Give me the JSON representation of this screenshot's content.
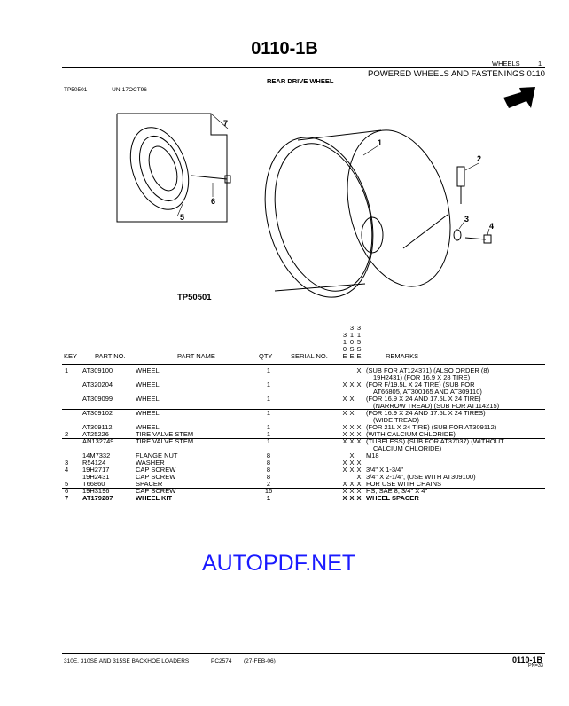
{
  "header": {
    "page_code": "0110-1B",
    "section": "WHEELS",
    "section_num": "1",
    "group": "POWERED WHEELS AND FASTENINGS 0110",
    "title": "REAR DRIVE WHEEL",
    "illus_id": "TP50501",
    "illus_date": "-UN-17OCT96",
    "illus_label": "TP50501"
  },
  "callouts": [
    "1",
    "2",
    "3",
    "4",
    "5",
    "6",
    "7"
  ],
  "watermark": "AUTOPDF.NET",
  "columns": {
    "key": "KEY",
    "part_no": "PART NO.",
    "part_name": "PART NAME",
    "qty": "QTY",
    "serial_no": "SERIAL NO.",
    "remarks": "REMARKS",
    "models": [
      "3\n1\n0\nE",
      "3\n1\n0\nS\nE",
      "3\n1\n5\nS\nE"
    ]
  },
  "rows": [
    {
      "key": "1",
      "part": "AT309100",
      "name": "WHEEL",
      "qty": "1",
      "x": [
        "",
        "",
        "X"
      ],
      "remarks": [
        "(SUB FOR AT124371) (ALSO ORDER (8)",
        "19H2431) (FOR 16.9 X 28 TIRE)"
      ]
    },
    {
      "key": "",
      "part": "AT320204",
      "name": "WHEEL",
      "qty": "1",
      "x": [
        "X",
        "X",
        "X"
      ],
      "remarks": [
        "(FOR F/19.5L X 24 TIRE) (SUB FOR",
        "AT66805, AT300165 AND AT309110)"
      ]
    },
    {
      "key": "",
      "part": "AT309099",
      "name": "WHEEL",
      "qty": "1",
      "x": [
        "X",
        "X",
        ""
      ],
      "remarks": [
        "(FOR 16.9 X 24 AND 17.5L X 24 TIRE)",
        "(NARROW TREAD) (SUB FOR AT114215)"
      ]
    },
    {
      "key": "",
      "part": "AT309102",
      "name": "WHEEL",
      "qty": "1",
      "x": [
        "X",
        "X",
        ""
      ],
      "remarks": [
        "(FOR 16.9 X 24 AND 17.5L X 24 TIRES)",
        "(WIDE TREAD)"
      ]
    },
    {
      "key": "",
      "part": "AT309112",
      "name": "WHEEL",
      "qty": "1",
      "x": [
        "X",
        "X",
        "X"
      ],
      "remarks": [
        "(FOR 21L X 24 TIRE) (SUB FOR AT309112)"
      ]
    },
    {
      "key": "2",
      "part": "AT25226",
      "name": "TIRE VALVE STEM",
      "qty": "1",
      "x": [
        "X",
        "X",
        "X"
      ],
      "remarks": [
        "(WITH CALCIUM CHLORIDE)"
      ]
    },
    {
      "key": "",
      "part": "AN132749",
      "name": "TIRE VALVE STEM",
      "qty": "1",
      "x": [
        "X",
        "X",
        "X"
      ],
      "remarks": [
        "(TUBELESS) (SUB FOR AT37037) (WITHOUT",
        "CALCIUM CHLORIDE)"
      ]
    },
    {
      "key": "",
      "part": "14M7332",
      "name": "FLANGE NUT",
      "qty": "8",
      "x": [
        "",
        "X",
        ""
      ],
      "remarks": [
        "M18"
      ]
    },
    {
      "key": "3",
      "part": "R54124",
      "name": "WASHER",
      "qty": "8",
      "x": [
        "X",
        "X",
        "X"
      ],
      "remarks": []
    },
    {
      "key": "4",
      "part": "19H2717",
      "name": "CAP SCREW",
      "qty": "8",
      "x": [
        "X",
        "X",
        "X"
      ],
      "remarks": [
        "3/4\" X 1-3/4\""
      ]
    },
    {
      "key": "",
      "part": "19H2431",
      "name": "CAP SCREW",
      "qty": "8",
      "x": [
        "",
        "",
        "X"
      ],
      "remarks": [
        "3/4\" X 2-1/4\", (USE WITH AT309100)"
      ]
    },
    {
      "key": "5",
      "part": "T66860",
      "name": "SPACER",
      "qty": "2",
      "x": [
        "X",
        "X",
        "X"
      ],
      "remarks": [
        "FOR USE WITH CHAINS"
      ]
    },
    {
      "key": "6",
      "part": "19H3196",
      "name": "CAP SCREW",
      "qty": "16",
      "x": [
        "X",
        "X",
        "X"
      ],
      "remarks": [
        "HS, SAE 8, 3/4\" X 4\""
      ]
    },
    {
      "key": "7",
      "part": "AT179287",
      "name": "WHEEL KIT",
      "qty": "1",
      "x": [
        "X",
        "X",
        "X"
      ],
      "remarks": [
        "WHEEL SPACER"
      ],
      "bold": true
    }
  ],
  "footer": {
    "models": "310E, 310SE AND 315SE BACKHOE LOADERS",
    "catalog": "PC2574",
    "date": "(27-FEB-06)",
    "page_code": "0110-1B",
    "pn": "PN=33"
  }
}
